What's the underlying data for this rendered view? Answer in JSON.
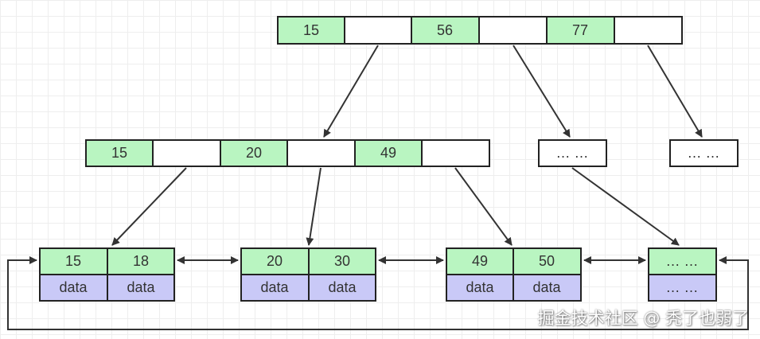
{
  "colors": {
    "key": "#b9f5c1",
    "pointer": "#ffffff",
    "data": "#c9c9f7",
    "stroke": "#222222"
  },
  "root": {
    "keys": [
      "15",
      "56",
      "77"
    ]
  },
  "internal": {
    "node": {
      "keys": [
        "15",
        "20",
        "49"
      ]
    },
    "placeholders": [
      "… …",
      "… …"
    ]
  },
  "leaves": [
    {
      "keys": [
        "15",
        "18"
      ],
      "data": [
        "data",
        "data"
      ]
    },
    {
      "keys": [
        "20",
        "30"
      ],
      "data": [
        "data",
        "data"
      ]
    },
    {
      "keys": [
        "49",
        "50"
      ],
      "data": [
        "data",
        "data"
      ]
    },
    {
      "keys": [
        "… …"
      ],
      "data": [
        "… …"
      ]
    }
  ],
  "watermark": "掘金技术社区 @ 秃了也弱了"
}
